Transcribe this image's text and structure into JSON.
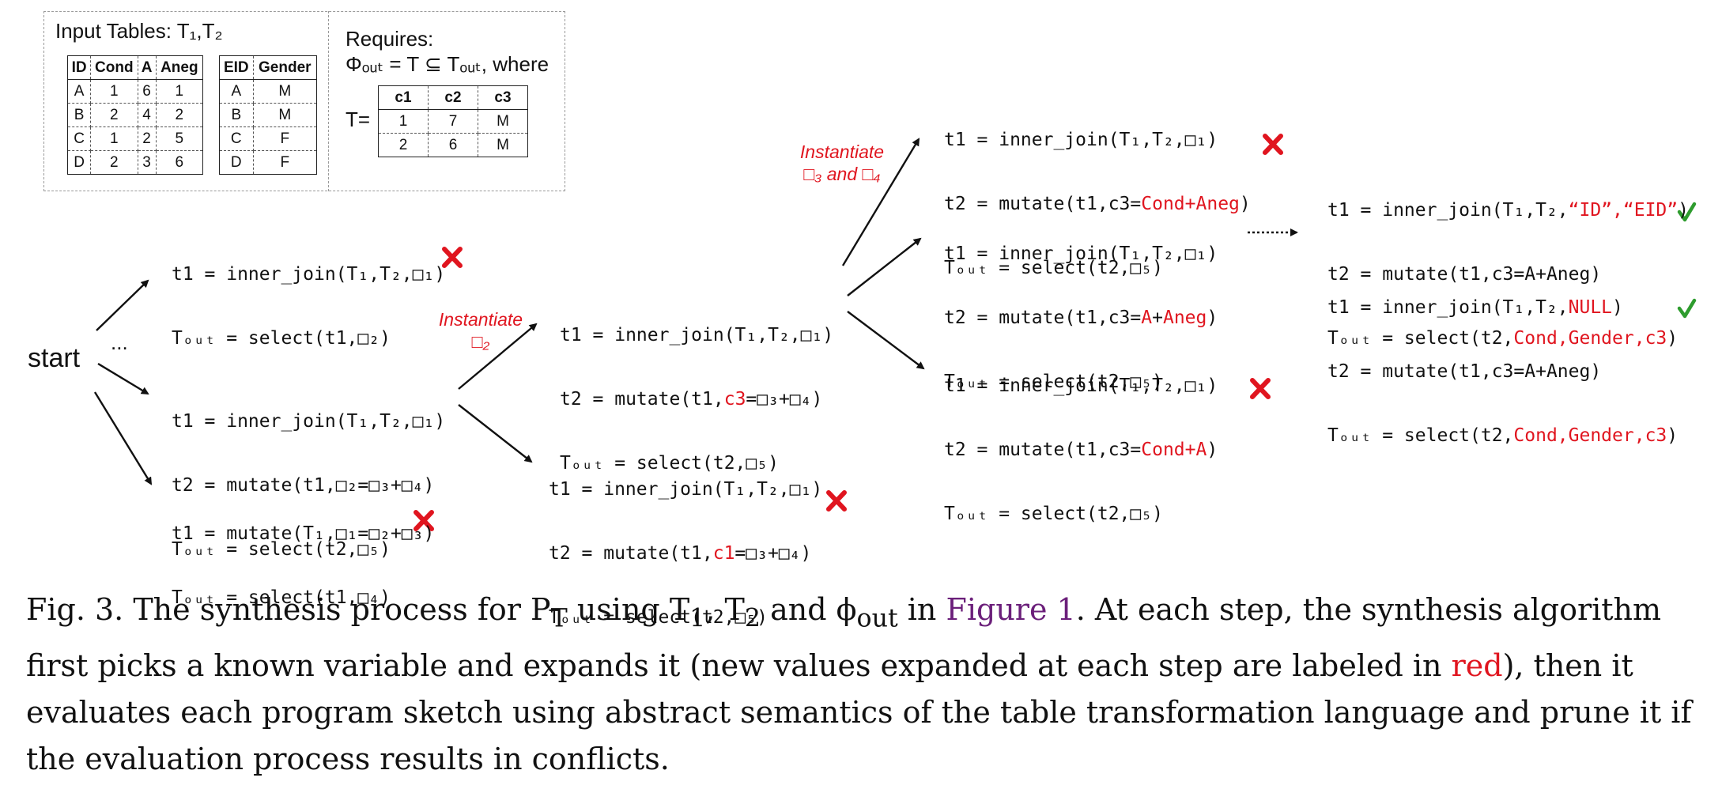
{
  "input_panel": {
    "title": "Input Tables: T₁,T₂",
    "table1": {
      "headers": [
        "ID",
        "Cond",
        "A",
        "Aneg"
      ],
      "rows": [
        [
          "A",
          "1",
          "6",
          "1"
        ],
        [
          "B",
          "2",
          "4",
          "2"
        ],
        [
          "C",
          "1",
          "2",
          "5"
        ],
        [
          "D",
          "2",
          "3",
          "6"
        ]
      ]
    },
    "table2": {
      "headers": [
        "EID",
        "Gender"
      ],
      "rows": [
        [
          "A",
          "M"
        ],
        [
          "B",
          "M"
        ],
        [
          "C",
          "F"
        ],
        [
          "D",
          "F"
        ]
      ]
    },
    "requires_title": "Requires:",
    "requires_formula": "Φₒᵤₜ = T ⊆ Tₒᵤₜ, where",
    "t_eq": "T=",
    "table3": {
      "headers": [
        "c1",
        "c2",
        "c3"
      ],
      "rows": [
        [
          "1",
          "7",
          "M"
        ],
        [
          "2",
          "6",
          "M"
        ]
      ]
    }
  },
  "start_label": "start",
  "ellipsis": "...",
  "labels": {
    "instantiate_2_line1": "Instantiate",
    "instantiate_2_line2": "□₂",
    "instantiate_34_line1": "Instantiate",
    "instantiate_34_line2": "□₃ and □₄"
  },
  "nodes": {
    "n1": {
      "l1": "t1 = inner_join(T₁,T₂,□₁)",
      "l2": "Tₒᵤₜ = select(t1,□₂)"
    },
    "n2": {
      "l1": "t1 = inner_join(T₁,T₂,□₁)",
      "l2": "t2 = mutate(t1,□₂=□₃+□₄)",
      "l3": "Tₒᵤₜ = select(t2,□₅)"
    },
    "n3": {
      "l1": "t1 = mutate(T₁,□₁=□₂+□₃)",
      "l2": "Tₒᵤₜ = select(t1,□₄)"
    },
    "n4": {
      "l1": "t1 = inner_join(T₁,T₂,□₁)",
      "l2a": "t2 = mutate(t1,",
      "l2r": "c3",
      "l2b": "=□₃+□₄)",
      "l3": "Tₒᵤₜ = select(t2,□₅)"
    },
    "n5": {
      "l1": "t1 = inner_join(T₁,T₂,□₁)",
      "l2a": "t2 = mutate(t1,",
      "l2r": "c1",
      "l2b": "=□₃+□₄)",
      "l3": "Tₒᵤₜ = select(t2,□₅)"
    },
    "n6": {
      "l1": "t1 = inner_join(T₁,T₂,□₁)",
      "l2a": "t2 = mutate(t1,c3=",
      "l2r1": "Cond",
      "l2m": "+",
      "l2r2": "Aneg",
      "l2b": ")",
      "l3": "Tₒᵤₜ = select(t2,□₅)"
    },
    "n7": {
      "l1": "t1 = inner_join(T₁,T₂,□₁)",
      "l2a": "t2 = mutate(t1,c3=",
      "l2r1": "A",
      "l2m": "+",
      "l2r2": "Aneg",
      "l2b": ")",
      "l3": "Tₒᵤₜ = select(t2,□₅)"
    },
    "n8": {
      "l1": "t1 = inner_join(T₁,T₂,□₁)",
      "l2a": "t2 = mutate(t1,c3=",
      "l2r1": "Cond",
      "l2m": "+",
      "l2r2": "A",
      "l2b": ")",
      "l3": "Tₒᵤₜ = select(t2,□₅)"
    },
    "n9": {
      "l1a": "t1 = inner_join(T₁,T₂,",
      "l1r": "“ID”,“EID”",
      "l1b": ")",
      "l2": "t2 = mutate(t1,c3=A+Aneg)",
      "l3a": "Tₒᵤₜ = select(t2,",
      "l3r": "Cond,Gender,c3",
      "l3b": ")"
    },
    "n10": {
      "l1a": "t1 = inner_join(T₁,T₂,",
      "l1r": "NULL",
      "l1b": ")",
      "l2": "t2 = mutate(t1,c3=A+Aneg)",
      "l3a": "Tₒᵤₜ = select(t2,",
      "l3r": "Cond,Gender,c3",
      "l3b": ")"
    }
  },
  "caption": {
    "p1": "Fig. 3.  The synthesis process for P",
    "p1sub": "T",
    "p2": " using T",
    "p2sub": "1",
    "p3": ", T",
    "p3sub": "2",
    "p4": " and ϕ",
    "p4sub": "out",
    "p5": " in ",
    "link": "Figure 1",
    "p6": ". At each step, the synthesis algorithm first picks a known variable and expands it (new values expanded at each step are labeled in ",
    "red": "red",
    "p7": "), then it evaluates each program sketch using abstract semantics of the table transformation language and prune it if the evaluation process results in conflicts."
  },
  "colors": {
    "red": "#e0151f",
    "green": "#2e9c2e",
    "link": "#6b1f7a"
  }
}
